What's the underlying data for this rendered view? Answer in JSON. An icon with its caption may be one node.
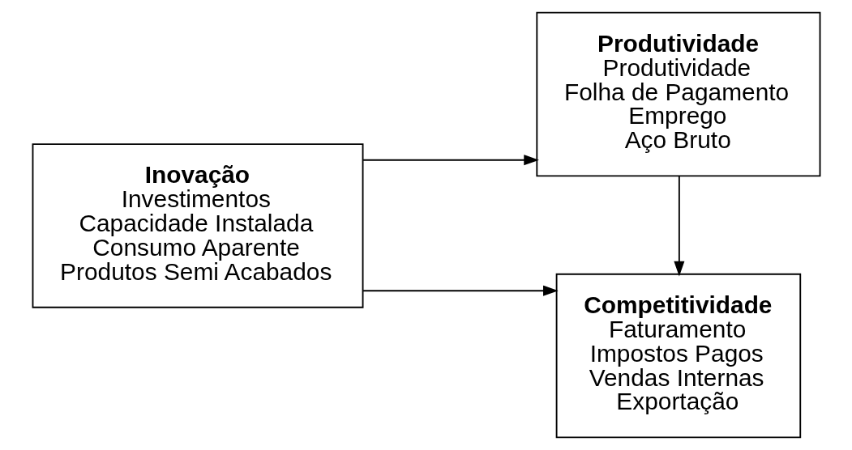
{
  "diagram": {
    "nodes": [
      {
        "text": [
          "Inovação",
          "Investimentos Capacidade Instalada Consumo Aparente Produtos Semi Acabados"
        ]
      },
      {
        "text": [
          "Produtividade",
          "Produtividade Folha de Pagamento Emprego Aço Bruto"
        ]
      },
      {
        "text": [
          "Competitividade",
          "Faturamento Impostos Pagos Vendas Internas Exportação"
        ]
      }
    ],
    "edges": [
      {
        "from": 0,
        "to": 1,
        "arrow": "to"
      },
      {
        "from": 1,
        "to": 2,
        "arrow": "to"
      },
      {
        "from": 0,
        "to": 2,
        "arrow": "to"
      }
    ]
  }
}
